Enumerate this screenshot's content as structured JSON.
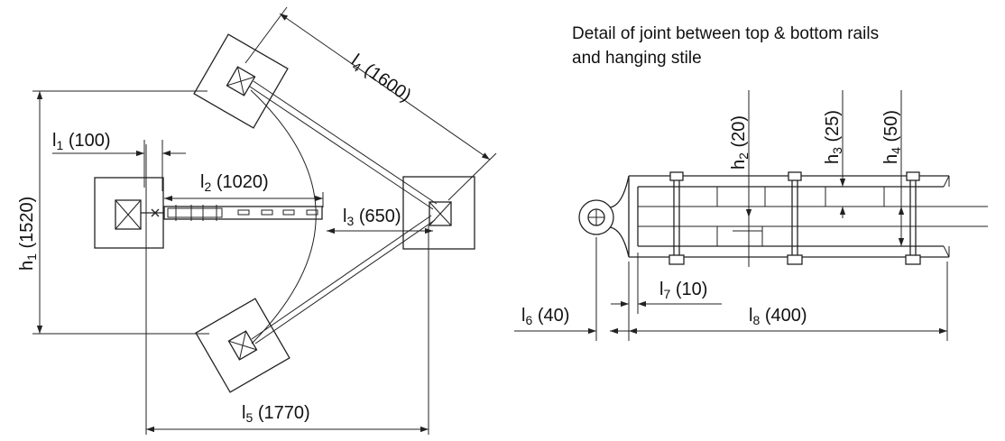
{
  "caption": {
    "line1": "Detail of joint between top & bottom rails",
    "line2": "and hanging stile"
  },
  "dimensions": [
    {
      "key": "h1",
      "letter": "h",
      "sub": "1",
      "value": "(1520)"
    },
    {
      "key": "l1",
      "letter": "l",
      "sub": "1",
      "value": "(100)"
    },
    {
      "key": "l2",
      "letter": "l",
      "sub": "2",
      "value": "(1020)"
    },
    {
      "key": "l3",
      "letter": "l",
      "sub": "3",
      "value": "(650)"
    },
    {
      "key": "l4",
      "letter": "l",
      "sub": "4",
      "value": "(1600)"
    },
    {
      "key": "l5",
      "letter": "l",
      "sub": "5",
      "value": "(1770)"
    },
    {
      "key": "h2",
      "letter": "h",
      "sub": "2",
      "value": "(20)"
    },
    {
      "key": "h3",
      "letter": "h",
      "sub": "3",
      "value": "(25)"
    },
    {
      "key": "h4",
      "letter": "h",
      "sub": "4",
      "value": "(50)"
    },
    {
      "key": "l6",
      "letter": "l",
      "sub": "6",
      "value": "(40)"
    },
    {
      "key": "l7",
      "letter": "l",
      "sub": "7",
      "value": "(10)"
    },
    {
      "key": "l8",
      "letter": "l",
      "sub": "8",
      "value": "(400)"
    }
  ]
}
